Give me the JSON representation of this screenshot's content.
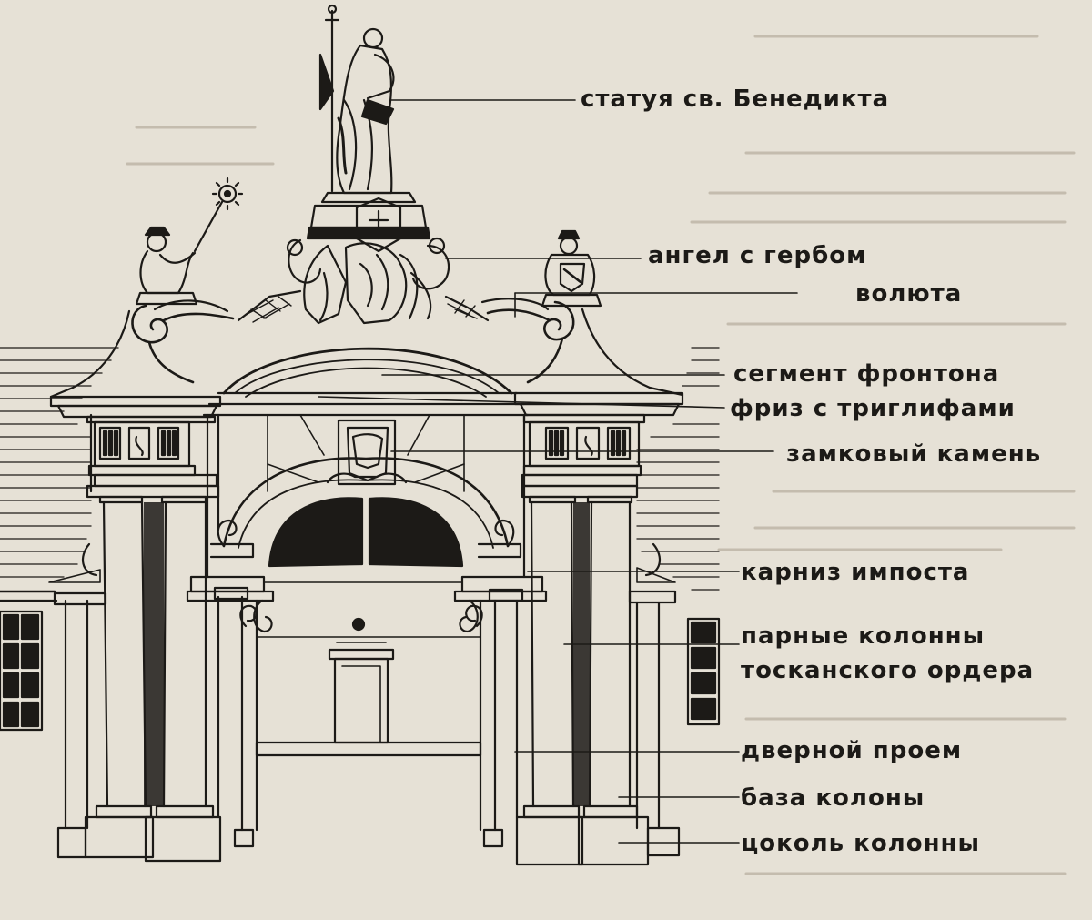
{
  "labels": {
    "statue": "статуя св. Бенедикта",
    "angel": "ангел с гербом",
    "volute": "волюта",
    "pediment": "сегмент фронтона",
    "frieze": "фриз с триглифами",
    "keystone": "замковый камень",
    "impost": "карниз импоста",
    "columns_1": "парные колонны",
    "columns_2": "тосканского ордера",
    "doorway": "дверной проем",
    "column_base": "база колоны",
    "column_plinth": "цоколь колонны"
  },
  "colors": {
    "paper": "#e6e1d6",
    "ink": "#1c1a17"
  }
}
